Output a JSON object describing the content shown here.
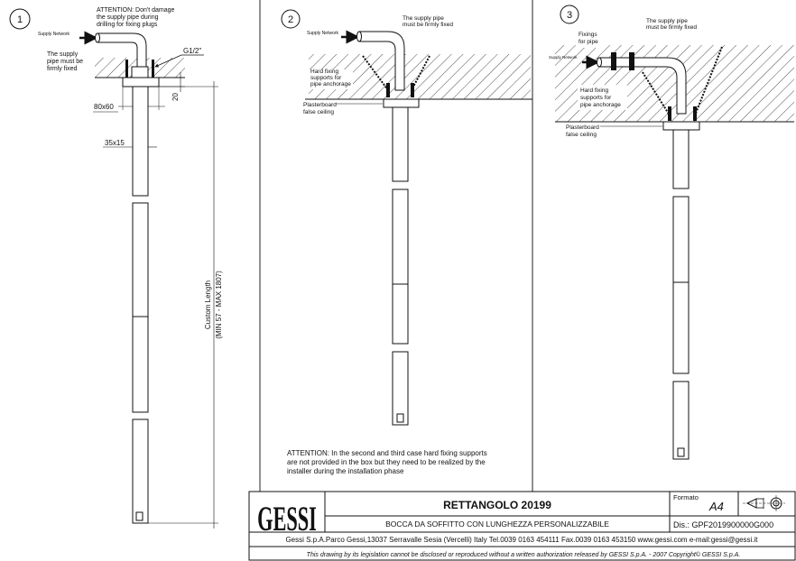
{
  "panels": {
    "p1": {
      "number": "1",
      "attention": [
        "ATTENTION: Don't damage",
        "the supply pipe during",
        "drilling for fixing plugs"
      ],
      "supply_network": "Supply Network",
      "pipe_fixed": [
        "The supply",
        "pipe must be",
        "firmly fixed"
      ],
      "thread": "G1/2\"",
      "dim_80x60": "80x60",
      "dim_20": "20",
      "dim_35x15": "35x15",
      "custom_length": "Custom Length",
      "length_range": "(MIN 57 - MAX 1807)"
    },
    "p2": {
      "number": "2",
      "supply_network": "Supply Network",
      "pipe_fixed": [
        "The supply pipe",
        "must be firmly fixed"
      ],
      "hard_fixing": [
        "Hard fixing",
        "supports for",
        "pipe anchorage"
      ],
      "plasterboard": [
        "Plasterboard",
        "false ceiling"
      ],
      "attention": [
        "ATTENTION: In the second and third case hard fixing supports",
        "are not provided in the box but they need to be realized by the",
        "installer during the installation phase"
      ]
    },
    "p3": {
      "number": "3",
      "pipe_fixed": [
        "The supply pipe",
        "must be firmly fixed"
      ],
      "fixings": [
        "Fixings",
        "for pipe"
      ],
      "supply_network": "Supply Network",
      "hard_fixing": [
        "Hard fixing",
        "supports for",
        "pipe anchorage"
      ],
      "plasterboard": [
        "Plasterboard",
        "false ceiling"
      ]
    }
  },
  "title_block": {
    "logo": "GESSI",
    "product": "RETTANGOLO 20199",
    "description": "BOCCA DA SOFFITTO CON LUNGHEZZA PERSONALIZZABILE",
    "formato_label": "Formato",
    "formato_value": "A4",
    "dis": "Dis.: GPF2019900000G000",
    "address": "Gessi S.p.A.Parco Gessi,13037 Serravalle Sesia (Vercelli) Italy Tel.0039 0163 454111 Fax.0039 0163 453150 www.gessi.com e-mail:gessi@gessi.it",
    "copyright": "This drawing by its legislation cannot be disclosed or reproduced without a written authorization released by GESSI S.p.A. - 2007 Copyright© GESSI S.p.A."
  }
}
